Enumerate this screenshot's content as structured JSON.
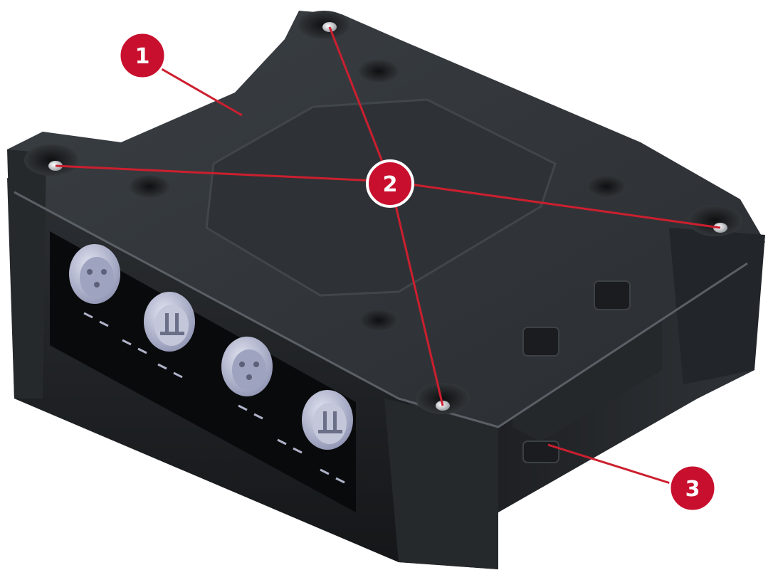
{
  "colors": {
    "background": "#ffffff",
    "body_dark": "#1c1e20",
    "body_mid": "#2b2e31",
    "body_top": "#35393d",
    "body_edge": "#4a4f54",
    "panel": "#0b0b0c",
    "connector_ring": "#b9bdd6",
    "connector_face": "#9ea3c0",
    "screw": "#c9ccd1",
    "leader_line": "#cc1f2f",
    "callout_fill": "#c8102e",
    "callout_text": "#ffffff"
  },
  "callouts": [
    {
      "number": "1"
    },
    {
      "number": "2"
    },
    {
      "number": "3"
    }
  ],
  "icons": {
    "female_connector": "xlr-female-icon",
    "male_connector": "xlr-male-icon",
    "screw": "screw-icon"
  }
}
